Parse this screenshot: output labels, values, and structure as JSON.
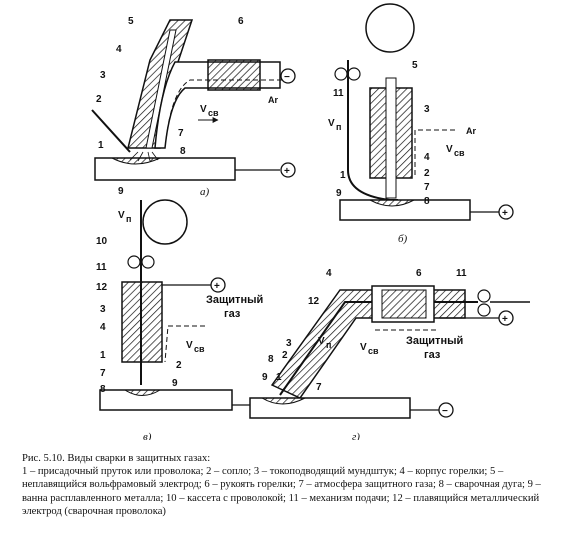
{
  "figure": {
    "labels": {
      "num_1": "1",
      "num_2": "2",
      "num_3": "3",
      "num_4": "4",
      "num_5": "5",
      "num_6": "6",
      "num_7": "7",
      "num_8": "8",
      "num_9": "9",
      "num_10": "10",
      "num_11": "11",
      "num_12": "12"
    },
    "gas_symbol": "Ar",
    "wire_speed": "V",
    "wire_speed_sub": "п",
    "weld_speed": "V",
    "weld_speed_sub": "св",
    "shield_gas_line1": "Защитный",
    "shield_gas_line2": "газ",
    "plus": "+",
    "minus": "−",
    "panel_a": "а)",
    "panel_b": "б)",
    "panel_c": "в)",
    "panel_d": "г)"
  },
  "caption": {
    "title": "Рис. 5.10. Виды сварки в защитных газах:",
    "legend": "1 – присадочный пруток или проволока; 2 – сопло; 3 – токоподводящий мундштук; 4 – корпус горелки; 5 – неплавящийся вольфрамовый электрод; 6 – рукоять горелки; 7 – атмосфера защитного газа; 8 – сварочная дуга; 9 – ванна расплавленного металла; 10 – кассета с проволокой; 11 – механизм подачи; 12 – плавящийся металлический электрод (сварочная проволока)"
  }
}
